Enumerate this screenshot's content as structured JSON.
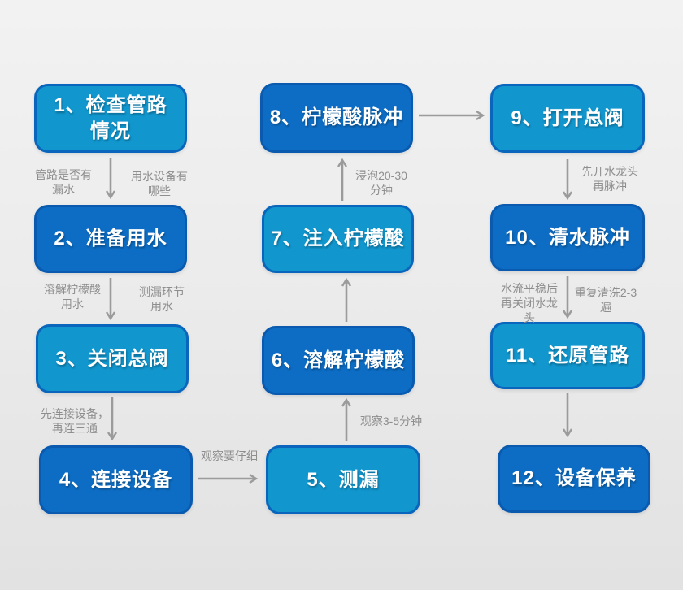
{
  "palette": {
    "light_box_fill": "#1196CE",
    "light_box_border": "#0A66BC",
    "dark_box_fill": "#0D6DC4",
    "dark_box_border": "#0A5BB0",
    "box_text": "#FFFFFF",
    "annotation_text": "#8E8E8E",
    "arrow": "#9B9B9B",
    "background_top": "#F2F2F2",
    "background_bottom": "#E2E2E2"
  },
  "nodes": [
    {
      "id": 1,
      "label": "1、检查管路\n情况",
      "variant": "light"
    },
    {
      "id": 2,
      "label": "2、准备用水",
      "variant": "dark"
    },
    {
      "id": 3,
      "label": "3、关闭总阀",
      "variant": "light"
    },
    {
      "id": 4,
      "label": "4、连接设备",
      "variant": "dark"
    },
    {
      "id": 5,
      "label": "5、测漏",
      "variant": "light"
    },
    {
      "id": 6,
      "label": "6、溶解柠檬酸",
      "variant": "dark"
    },
    {
      "id": 7,
      "label": "7、注入柠檬酸",
      "variant": "light"
    },
    {
      "id": 8,
      "label": "8、柠檬酸脉冲",
      "variant": "dark"
    },
    {
      "id": 9,
      "label": "9、打开总阀",
      "variant": "light"
    },
    {
      "id": 10,
      "label": "10、清水脉冲",
      "variant": "dark"
    },
    {
      "id": 11,
      "label": "11、还原管路",
      "variant": "light"
    },
    {
      "id": 12,
      "label": "12、设备保养",
      "variant": "dark"
    }
  ],
  "edges": [
    {
      "from": 1,
      "to": 2
    },
    {
      "from": 2,
      "to": 3
    },
    {
      "from": 3,
      "to": 4
    },
    {
      "from": 4,
      "to": 5
    },
    {
      "from": 5,
      "to": 6
    },
    {
      "from": 6,
      "to": 7
    },
    {
      "from": 7,
      "to": 8
    },
    {
      "from": 8,
      "to": 9
    },
    {
      "from": 9,
      "to": 10
    },
    {
      "from": 10,
      "to": 11
    },
    {
      "from": 11,
      "to": 12
    }
  ],
  "annotations": [
    {
      "edge": "1-2",
      "side": "left",
      "text": "管路是否有\n漏水"
    },
    {
      "edge": "1-2",
      "side": "right",
      "text": "用水设备有\n哪些"
    },
    {
      "edge": "2-3",
      "side": "left",
      "text": "溶解柠檬酸\n用水"
    },
    {
      "edge": "2-3",
      "side": "right",
      "text": "测漏环节\n用水"
    },
    {
      "edge": "3-4",
      "side": "left",
      "text": "先连接设备，\n再连三通"
    },
    {
      "edge": "4-5",
      "side": "above",
      "text": "观察要仔细"
    },
    {
      "edge": "5-6",
      "side": "right",
      "text": "观察3-5分钟"
    },
    {
      "edge": "7-8",
      "side": "right",
      "text": "浸泡20-30\n分钟"
    },
    {
      "edge": "9-10",
      "side": "right",
      "text": "先开水龙头\n再脉冲"
    },
    {
      "edge": "10-11",
      "side": "left",
      "text": "水流平稳后\n再关闭水龙\n头"
    },
    {
      "edge": "10-11",
      "side": "right",
      "text": "重复清洗2-3\n遍"
    }
  ]
}
